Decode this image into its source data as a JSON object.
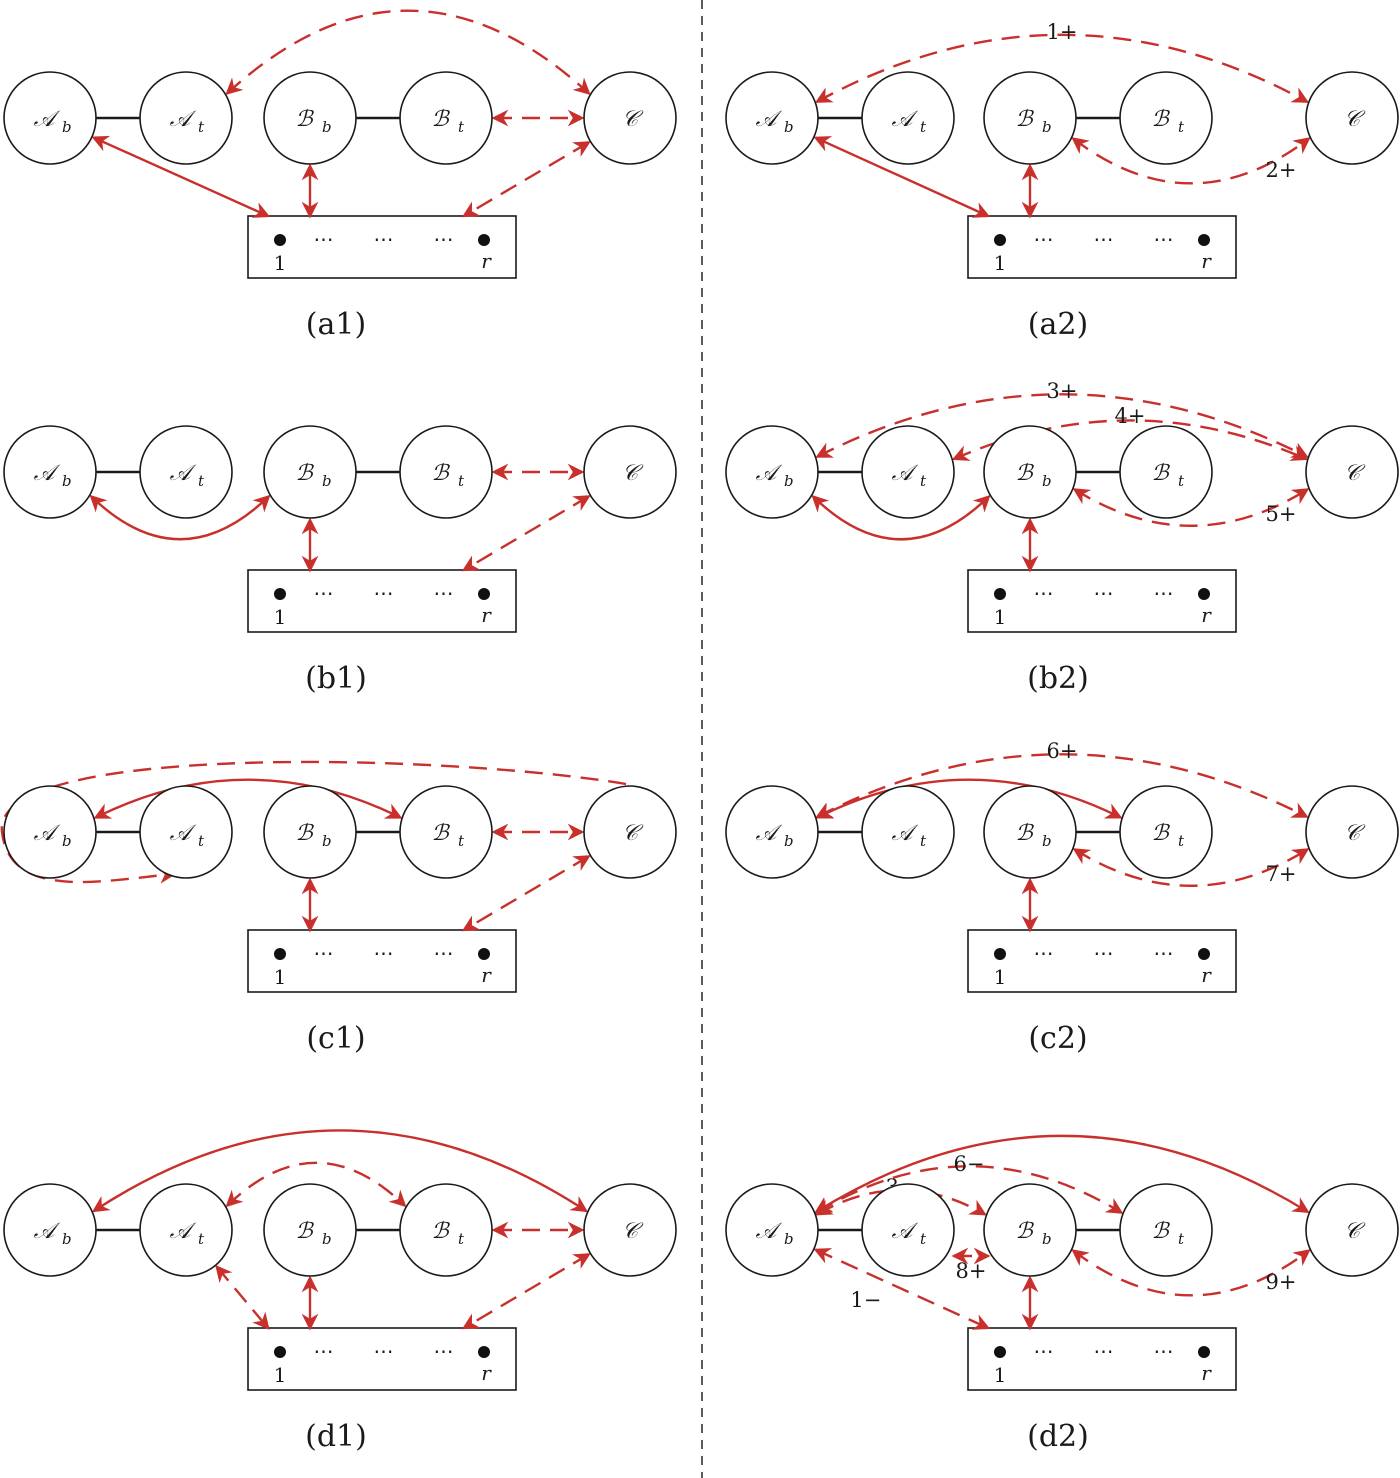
{
  "nodes": {
    "Ab": {
      "main": "𝒜",
      "sub": "b"
    },
    "At": {
      "main": "𝒜",
      "sub": "t"
    },
    "Bb": {
      "main": "ℬ",
      "sub": "b"
    },
    "Bt": {
      "main": "ℬ",
      "sub": "t"
    },
    "C": {
      "main": "𝒞",
      "sub": ""
    }
  },
  "box": {
    "first": "1",
    "last": "r",
    "ellipsis": "⋯"
  },
  "panels": [
    {
      "id": "a1",
      "label": "(a1)",
      "edges": [
        {
          "from": "Ab",
          "to": "box1",
          "style": "solid",
          "ends": "both",
          "curve": 0
        },
        {
          "from": "Bb",
          "to": "boxmid",
          "style": "solid",
          "ends": "both",
          "curve": 0
        },
        {
          "from": "Bt",
          "to": "C",
          "style": "dashed",
          "ends": "both",
          "curve": 0
        },
        {
          "from": "C",
          "to": "boxr",
          "style": "dashed",
          "ends": "both",
          "curve": 0
        },
        {
          "from": "At",
          "to": "C",
          "style": "dashed",
          "ends": "both",
          "curve": -95,
          "arc": "top"
        }
      ]
    },
    {
      "id": "a2",
      "label": "(a2)",
      "edges": [
        {
          "from": "Ab",
          "to": "box1",
          "style": "solid",
          "ends": "both",
          "curve": 0
        },
        {
          "from": "Bb",
          "to": "boxmid",
          "style": "solid",
          "ends": "both",
          "curve": 0
        },
        {
          "from": "Ab",
          "to": "C",
          "style": "dashed",
          "ends": "both",
          "curve": -75,
          "arc": "top",
          "label": "1+",
          "lx": 0.5,
          "ly": -0.1
        },
        {
          "from": "Bb",
          "to": "C",
          "style": "dashed",
          "ends": "both",
          "curve": 55,
          "arc": "bottom",
          "label": "2+",
          "lx": 0.78,
          "ly": 0.45
        }
      ]
    },
    {
      "id": "b1",
      "label": "(b1)",
      "edges": [
        {
          "from": "Ab",
          "to": "Bb",
          "style": "solid",
          "ends": "both",
          "curve": 55,
          "arc": "bottom"
        },
        {
          "from": "Bb",
          "to": "boxmid",
          "style": "solid",
          "ends": "both",
          "curve": 0
        },
        {
          "from": "Bt",
          "to": "C",
          "style": "dashed",
          "ends": "both",
          "curve": 0
        },
        {
          "from": "C",
          "to": "boxr",
          "style": "dashed",
          "ends": "both",
          "curve": 0
        }
      ]
    },
    {
      "id": "b2",
      "label": "(b2)",
      "edges": [
        {
          "from": "Ab",
          "to": "Bb",
          "style": "solid",
          "ends": "both",
          "curve": 55,
          "arc": "bottom"
        },
        {
          "from": "Bb",
          "to": "boxmid",
          "style": "solid",
          "ends": "both",
          "curve": 0
        },
        {
          "from": "Ab",
          "to": "C",
          "style": "dashed",
          "ends": "both",
          "curve": -70,
          "arc": "top",
          "label": "3+"
        },
        {
          "from": "At",
          "to": "C",
          "style": "dashed",
          "ends": "both",
          "curve": -45,
          "arc": "top",
          "label": "4+"
        },
        {
          "from": "Bb",
          "to": "C",
          "style": "dashed",
          "ends": "both",
          "curve": 45,
          "arc": "bottom",
          "label": "5+"
        }
      ]
    },
    {
      "id": "c1",
      "label": "(c1)",
      "edges": [
        {
          "from": "Ab",
          "to": "Bt",
          "style": "solid",
          "ends": "both",
          "curve": -45,
          "arc": "top"
        },
        {
          "from": "Bb",
          "to": "boxmid",
          "style": "solid",
          "ends": "both",
          "curve": 0
        },
        {
          "from": "Bt",
          "to": "C",
          "style": "dashed",
          "ends": "both",
          "curve": 0
        },
        {
          "from": "C",
          "to": "boxr",
          "style": "dashed",
          "ends": "both",
          "curve": 0
        },
        {
          "from": "At",
          "to": "C",
          "style": "dashed",
          "ends": "single",
          "curve": 0,
          "arc": "wrap"
        }
      ]
    },
    {
      "id": "c2",
      "label": "(c2)",
      "edges": [
        {
          "from": "Ab",
          "to": "Bt",
          "style": "solid",
          "ends": "both",
          "curve": -45,
          "arc": "top"
        },
        {
          "from": "Bb",
          "to": "boxmid",
          "style": "solid",
          "ends": "both",
          "curve": 0
        },
        {
          "from": "Ab",
          "to": "C",
          "style": "dashed",
          "ends": "both",
          "curve": -70,
          "arc": "top",
          "label": "6+"
        },
        {
          "from": "Bb",
          "to": "C",
          "style": "dashed",
          "ends": "both",
          "curve": 45,
          "arc": "bottom",
          "label": "7+"
        }
      ]
    },
    {
      "id": "d1",
      "label": "(d1)",
      "edges": [
        {
          "from": "Ab",
          "to": "C",
          "style": "solid",
          "ends": "both",
          "curve": -90,
          "arc": "top"
        },
        {
          "from": "At",
          "to": "Bt",
          "style": "dashed",
          "ends": "both",
          "curve": -55,
          "arc": "top"
        },
        {
          "from": "Bb",
          "to": "boxmid",
          "style": "solid",
          "ends": "both",
          "curve": 0
        },
        {
          "from": "Bt",
          "to": "C",
          "style": "dashed",
          "ends": "both",
          "curve": 0
        },
        {
          "from": "At",
          "to": "box1",
          "style": "dashed",
          "ends": "both",
          "curve": 0
        },
        {
          "from": "C",
          "to": "boxr",
          "style": "dashed",
          "ends": "both",
          "curve": 0
        }
      ]
    },
    {
      "id": "d2",
      "label": "(d2)",
      "edges": [
        {
          "from": "Ab",
          "to": "C",
          "style": "solid",
          "ends": "both",
          "curve": -85,
          "arc": "top"
        },
        {
          "from": "Ab",
          "to": "Bt",
          "style": "dashed",
          "ends": "both",
          "curve": -55,
          "arc": "top",
          "label": "6−"
        },
        {
          "from": "Ab",
          "to": "Bb",
          "style": "dashed",
          "ends": "both",
          "curve": -32,
          "arc": "top",
          "label": "3−"
        },
        {
          "from": "At",
          "to": "Bb",
          "style": "dashed",
          "ends": "both",
          "curve": 0,
          "arc": "low",
          "label": "8+"
        },
        {
          "from": "Bb",
          "to": "C",
          "style": "dashed",
          "ends": "both",
          "curve": 55,
          "arc": "bottom",
          "label": "9+"
        },
        {
          "from": "Ab",
          "to": "box1",
          "style": "dashed",
          "ends": "both",
          "curve": 0,
          "label": "1−"
        },
        {
          "from": "Bb",
          "to": "boxmid",
          "style": "solid",
          "ends": "both",
          "curve": 0
        }
      ]
    }
  ]
}
